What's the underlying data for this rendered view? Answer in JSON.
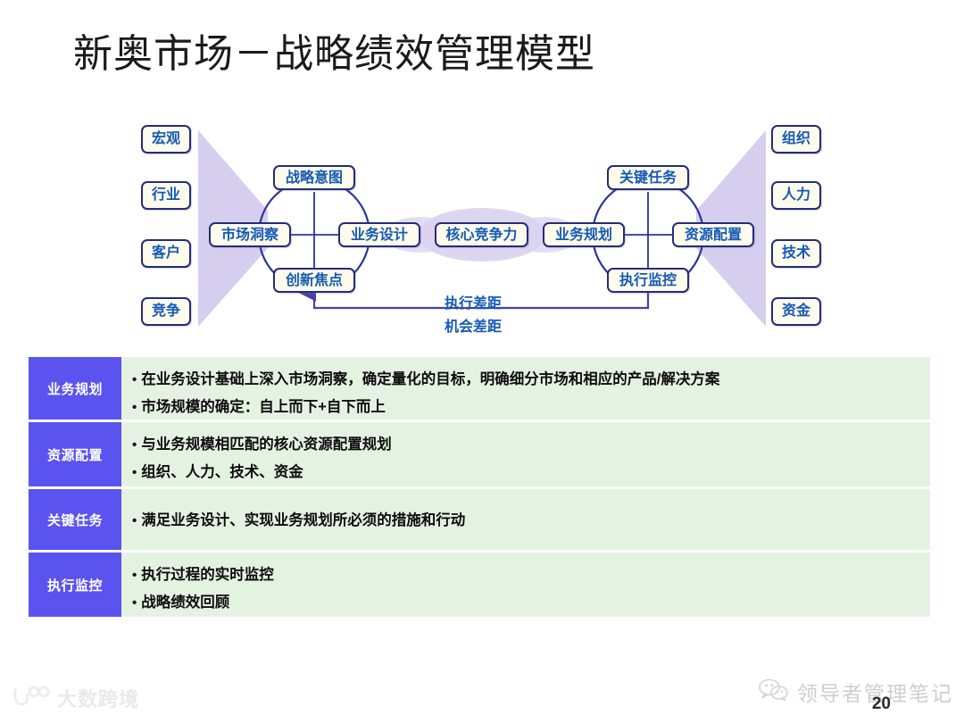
{
  "slide": {
    "title": "新奥市场－战略绩效管理模型",
    "page_number": "20"
  },
  "diagram": {
    "left_inputs": [
      {
        "label": "宏观"
      },
      {
        "label": "行业"
      },
      {
        "label": "客户"
      },
      {
        "label": "竞争"
      }
    ],
    "right_outputs": [
      {
        "label": "组织"
      },
      {
        "label": "人力"
      },
      {
        "label": "技术"
      },
      {
        "label": "资金"
      }
    ],
    "left_cluster": {
      "top": "战略意图",
      "left": "市场洞察",
      "right": "业务设计",
      "bottom": "创新焦点"
    },
    "center": "核心竞争力",
    "right_cluster": {
      "top": "关键任务",
      "left": "业务规划",
      "right": "资源配置",
      "bottom": "执行监控"
    },
    "gaps": [
      {
        "label": "执行差距"
      },
      {
        "label": "机会差距"
      }
    ],
    "colors": {
      "node_fill": "#FCFBEC",
      "node_border": "#252C79",
      "node_text": "#1559B5",
      "funnel": "#CFC6EC",
      "ring": "#2B3596"
    }
  },
  "table": {
    "rows": [
      {
        "label": "业务规划",
        "bullets": [
          "在业务设计基础上深入市场洞察，确定量化的目标，明确细分市场和相应的产品/解决方案",
          "市场规模的确定：自上而下+自下而上"
        ]
      },
      {
        "label": "资源配置",
        "bullets": [
          "与业务规模相匹配的核心资源配置规划",
          "组织、人力、技术、资金"
        ]
      },
      {
        "label": "关键任务",
        "bullets": [
          "满足业务设计、实现业务规划所必须的措施和行动"
        ]
      },
      {
        "label": "执行监控",
        "bullets": [
          "执行过程的实时监控",
          "战略绩效回顾"
        ]
      }
    ],
    "colors": {
      "label_bg": "#5A53F0",
      "label_text": "#FFFFFF",
      "content_bg": "#E4F2E2",
      "content_text": "#0D0D0D"
    }
  },
  "watermarks": {
    "right_text": "领导者管理笔记",
    "right_icon": "wechat-icon",
    "left_text": "大数跨境",
    "left_icon": "brand-logo-icon"
  }
}
